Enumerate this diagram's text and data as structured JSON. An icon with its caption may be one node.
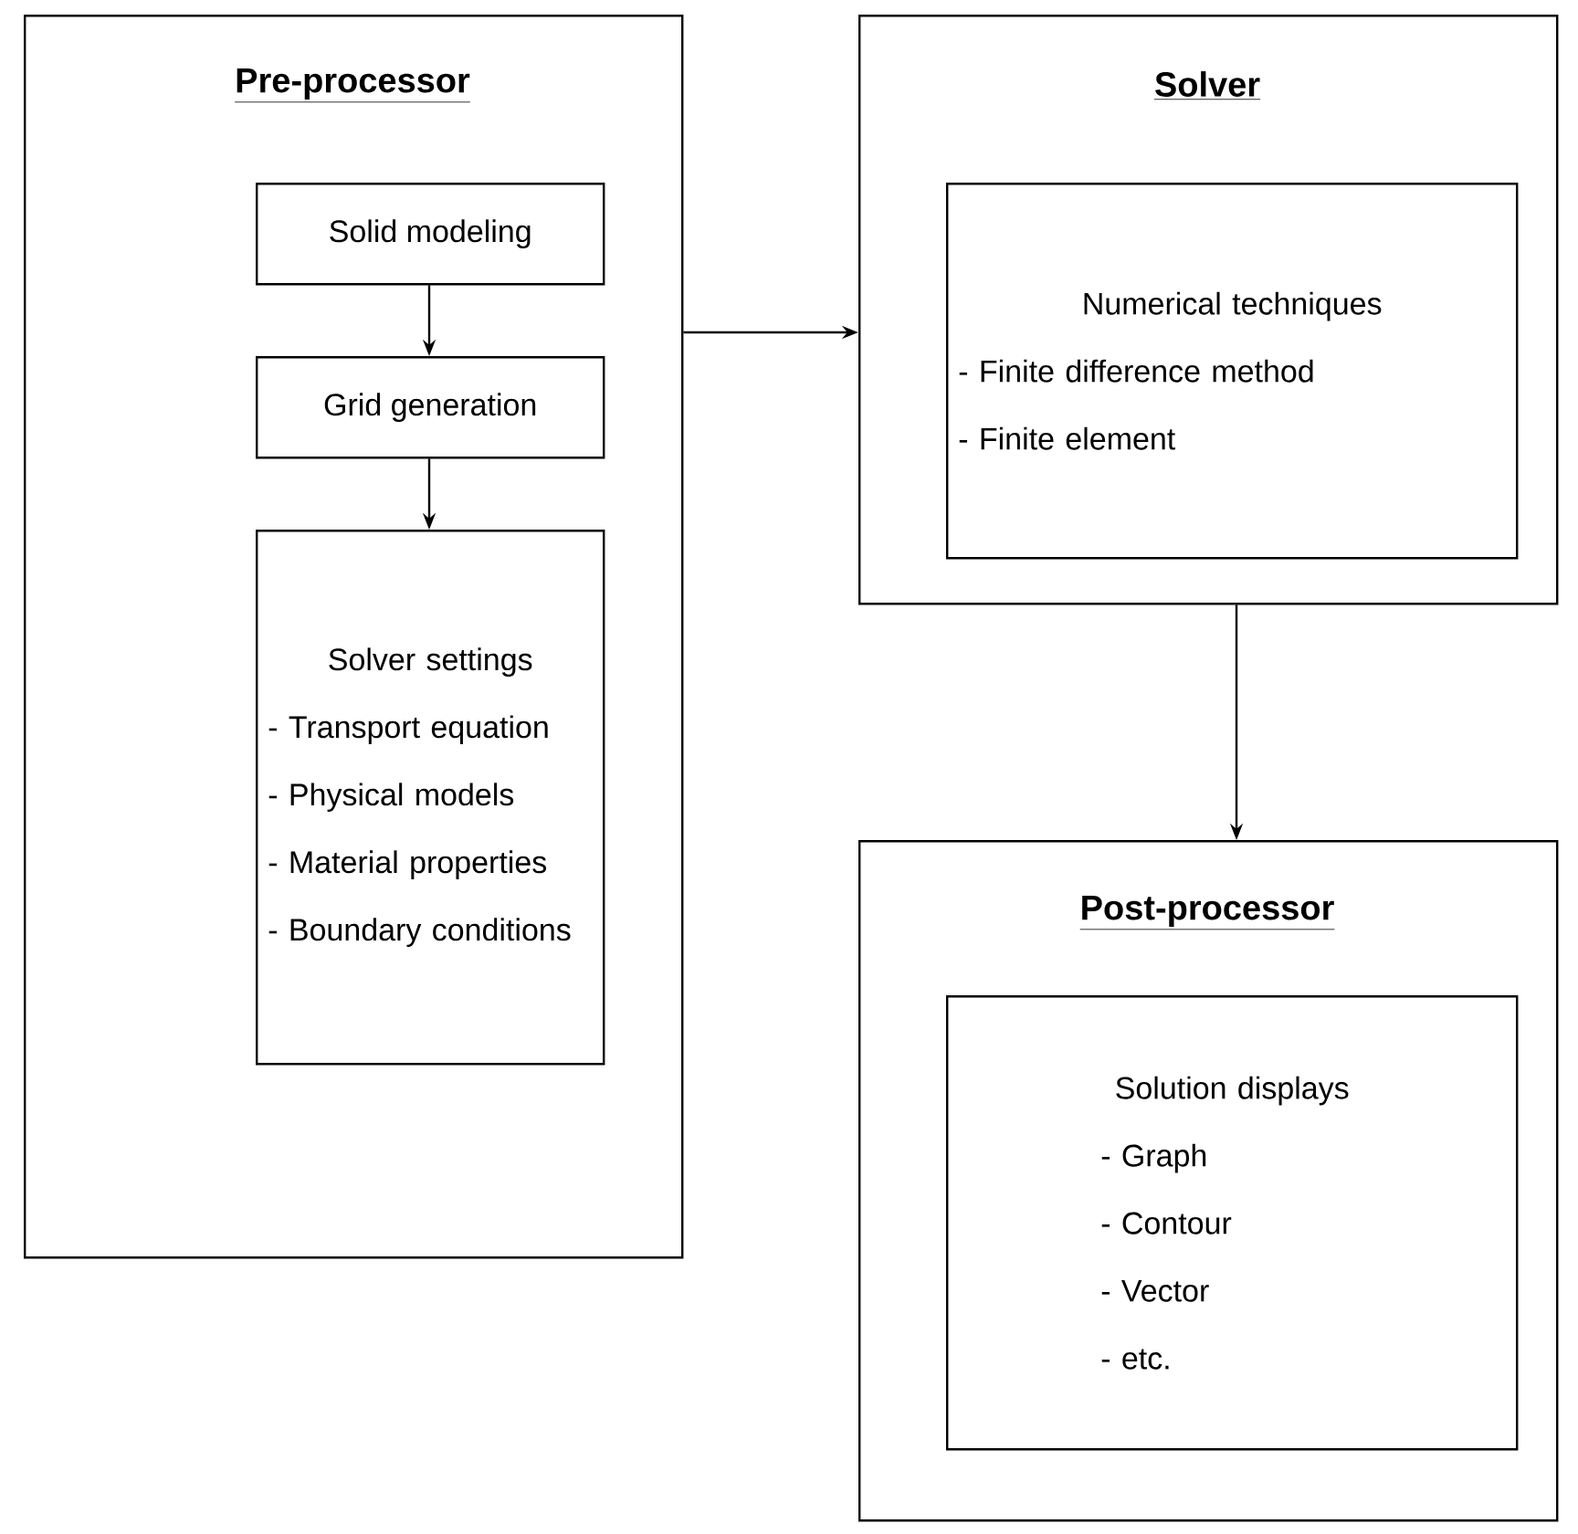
{
  "diagram": {
    "nodes": [
      {
        "text": [
          "Pre-processor"
        ]
      },
      {
        "text": [
          "Solid modeling"
        ],
        "in": 0
      },
      {
        "text": [
          "Grid generation"
        ],
        "in": 0
      },
      {
        "text": [
          "Solver settings",
          "- Transport equation",
          "- Physical models",
          "- Material properties",
          "- Boundary conditions"
        ],
        "in": 0
      },
      {
        "text": [
          "Solver"
        ]
      },
      {
        "text": [
          "Numerical techniques",
          "- Finite difference method",
          "- Finite element"
        ],
        "in": 4
      },
      {
        "text": [
          "Post-processor"
        ]
      },
      {
        "text": [
          "Solution displays",
          "- Graph",
          "- Contour",
          "- Vector",
          "- etc."
        ],
        "in": 6
      }
    ],
    "edges": [
      {
        "from": 1,
        "to": 2,
        "arrow": "to"
      },
      {
        "from": 2,
        "to": 3,
        "arrow": "to"
      },
      {
        "from": 0,
        "to": 4,
        "arrow": "to"
      },
      {
        "from": 4,
        "to": 6,
        "arrow": "to"
      }
    ]
  }
}
